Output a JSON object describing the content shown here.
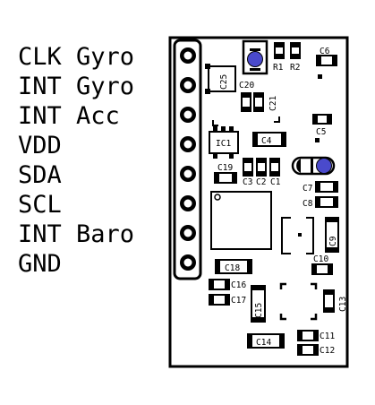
{
  "pins": [
    "CLK Gyro",
    "INT Gyro",
    "INT Acc",
    "VDD",
    "SDA",
    "SCL",
    "INT Baro",
    "GND"
  ],
  "refs": {
    "c6": "C6",
    "r1": "R1",
    "r2": "R2",
    "c20": "C20",
    "c25": "C25",
    "c21": "C21",
    "c5": "C5",
    "c4": "C4",
    "ic1": "IC1",
    "c19": "C19",
    "c3": "C3",
    "c2": "C2",
    "c1": "C1",
    "c7": "C7",
    "c8": "C8",
    "c9": "C9",
    "c10": "C10",
    "c18": "C18",
    "c16": "C16",
    "c17": "C17",
    "c15": "C15",
    "c13": "C13",
    "c14": "C14",
    "c11": "C11",
    "c12": "C12"
  },
  "colors": {
    "outline": "#000000",
    "led": "#4a4acc",
    "background": "#ffffff"
  }
}
